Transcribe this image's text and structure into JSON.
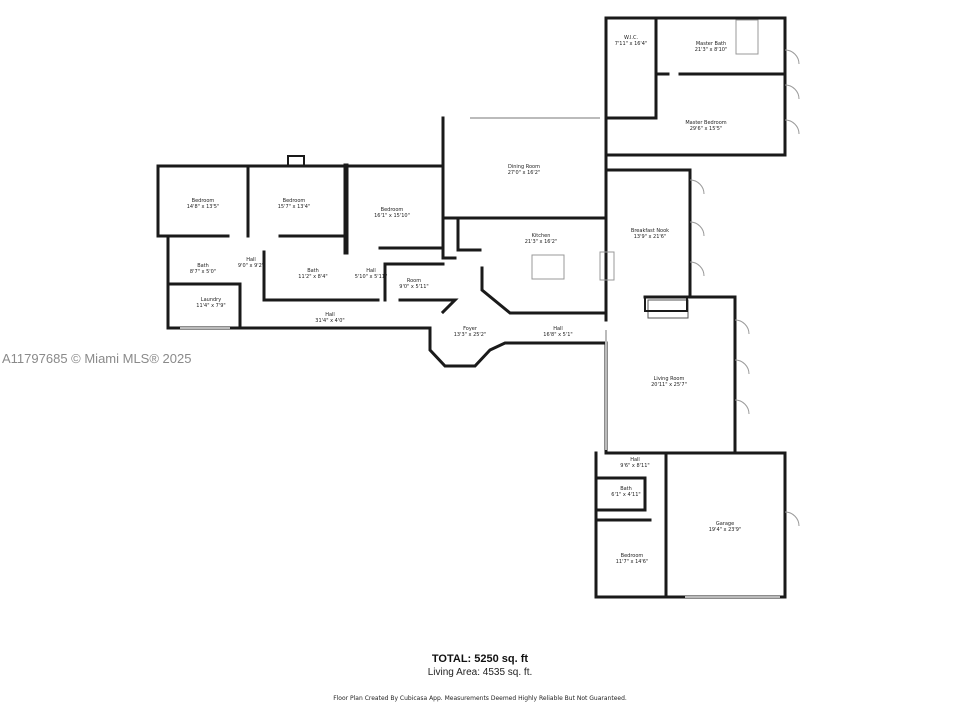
{
  "watermark": "A11797685 © Miami MLS® 2025",
  "summary": {
    "total": "TOTAL:  5250 sq. ft",
    "living_area": "Living Area: 4535 sq. ft."
  },
  "credit": "Floor Plan Created By Cubicasa App. Measurements Deemed Highly Reliable But Not Guaranteed.",
  "colors": {
    "wall": "#1a1a1a",
    "window": "#bbbbbb",
    "fixture": "#999999"
  },
  "rooms": [
    {
      "name": "W.I.C.",
      "dim": "7'11\" x 16'4\""
    },
    {
      "name": "Master Bath",
      "dim": "21'3\" x 8'10\""
    },
    {
      "name": "Master Bedroom",
      "dim": "29'6\" x 15'5\""
    },
    {
      "name": "Dining Room",
      "dim": "27'0\" x 16'2\""
    },
    {
      "name": "Bedroom",
      "dim": "14'8\" x 13'5\""
    },
    {
      "name": "Bedroom",
      "dim": "15'7\" x 13'4\""
    },
    {
      "name": "Bedroom",
      "dim": "16'1\" x 15'10\""
    },
    {
      "name": "Kitchen",
      "dim": "21'3\" x 16'2\""
    },
    {
      "name": "Breakfast Nook",
      "dim": "13'9\" x 21'6\""
    },
    {
      "name": "Bath",
      "dim": "8'7\" x 5'0\""
    },
    {
      "name": "Hall",
      "dim": "9'0\" x 9'2\""
    },
    {
      "name": "Bath",
      "dim": "11'2\" x 8'4\""
    },
    {
      "name": "Hall",
      "dim": "5'10\" x 5'11\""
    },
    {
      "name": "Room",
      "dim": "9'0\" x 5'11\""
    },
    {
      "name": "Laundry",
      "dim": "11'4\" x 7'9\""
    },
    {
      "name": "Hall",
      "dim": "31'4\" x 4'0\""
    },
    {
      "name": "Foyer",
      "dim": "13'3\" x 25'2\""
    },
    {
      "name": "Hall",
      "dim": "16'8\" x 5'1\""
    },
    {
      "name": "Living Room",
      "dim": "20'11\" x 25'7\""
    },
    {
      "name": "Hall",
      "dim": "9'6\" x 8'11\""
    },
    {
      "name": "Bath",
      "dim": "6'1\" x 4'11\""
    },
    {
      "name": "Garage",
      "dim": "19'4\" x 23'9\""
    },
    {
      "name": "Bedroom",
      "dim": "11'7\" x 14'6\""
    }
  ]
}
